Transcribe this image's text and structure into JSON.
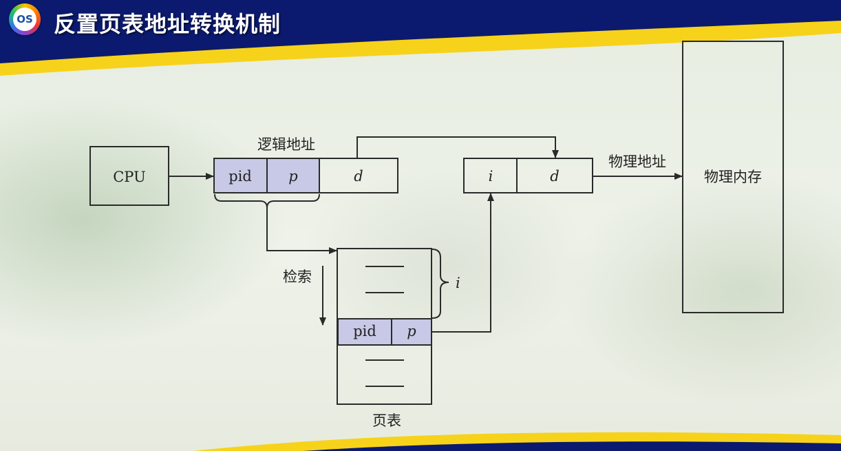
{
  "header": {
    "logo_text": "OS",
    "title": "反置页表地址转换机制"
  },
  "diagram": {
    "cpu_label": "CPU",
    "logical_address_label": "逻辑地址",
    "logical_fields": {
      "pid": "pid",
      "p": "p",
      "d": "d"
    },
    "physical_address_label": "物理地址",
    "physical_fields": {
      "i": "i",
      "d": "d"
    },
    "physical_memory_label": "物理内存",
    "search_label": "检索",
    "page_table_entry": {
      "pid": "pid",
      "p": "p"
    },
    "index_label": "i",
    "page_table_label": "页表"
  },
  "colors": {
    "header_navy": "#0b1a6e",
    "header_yellow": "#f7d21a",
    "field_fill": "#c8c9e6",
    "line": "#2a2a2a"
  }
}
